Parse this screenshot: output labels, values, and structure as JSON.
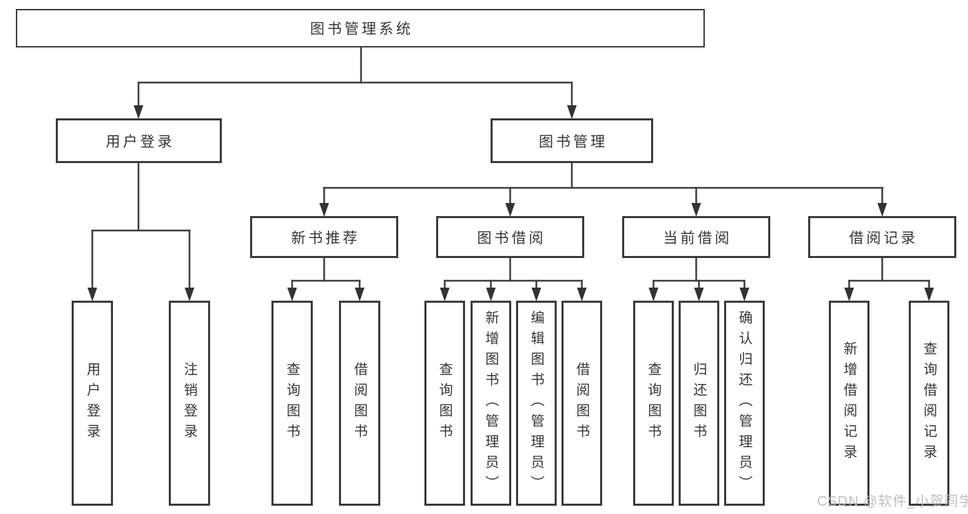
{
  "tree": {
    "root": {
      "label": "图书管理系统"
    },
    "children": [
      {
        "label": "用户登录",
        "children": [
          {
            "label": "用户登录"
          },
          {
            "label": "注销登录"
          }
        ]
      },
      {
        "label": "图书管理",
        "children": [
          {
            "label": "新书推荐",
            "children": [
              {
                "label": "查询图书"
              },
              {
                "label": "借阅图书"
              }
            ]
          },
          {
            "label": "图书借阅",
            "children": [
              {
                "label": "查询图书"
              },
              {
                "label": "新增图书（管理员）"
              },
              {
                "label": "编辑图书（管理员）"
              },
              {
                "label": "借阅图书"
              }
            ]
          },
          {
            "label": "当前借阅",
            "children": [
              {
                "label": "查询图书"
              },
              {
                "label": "归还图书"
              },
              {
                "label": "确认归还（管理员）"
              }
            ]
          },
          {
            "label": "借阅记录",
            "children": [
              {
                "label": "新增借阅记录"
              },
              {
                "label": "查询借阅记录"
              }
            ]
          }
        ]
      }
    ]
  },
  "colors": {
    "line": "#3c3c3c",
    "border": "#3b3b3b",
    "text": "#363636",
    "watermark": "#b9b9b9"
  },
  "watermark": "CSDN @软件_小贺同学"
}
